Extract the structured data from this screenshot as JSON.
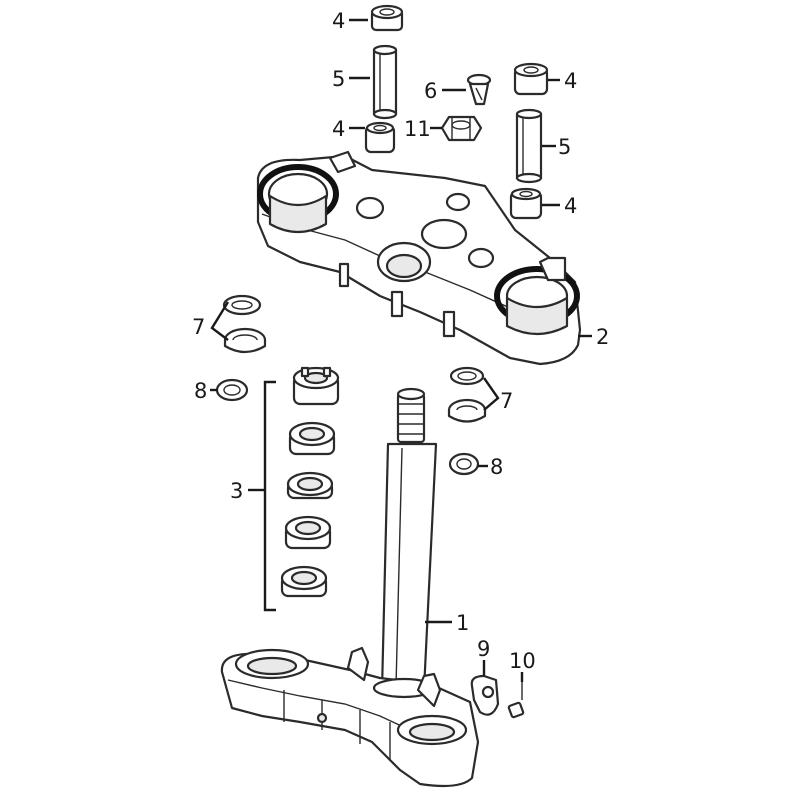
{
  "callouts": {
    "stem": "1",
    "upper_bracket": "2",
    "bearing_set": "3",
    "bushing_top_left": "4",
    "bushing_top_right": "4",
    "bushing_mid_left": "4",
    "bushing_mid_right": "4",
    "tube_left": "5",
    "tube_right": "5",
    "bolt": "6",
    "seal_left": "7",
    "seal_right": "7",
    "washer_left": "8",
    "washer_right": "8",
    "clamp": "9",
    "screw": "10",
    "nut": "11"
  },
  "colors": {
    "line": "#2b2b2b",
    "background": "#ffffff"
  }
}
